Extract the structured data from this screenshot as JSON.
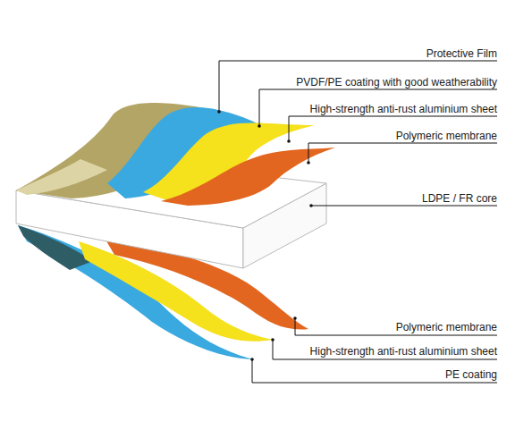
{
  "diagram": {
    "labels": [
      "Protective Film",
      "PVDF/PE coating with good weatherability",
      "High-strength anti-rust aluminium sheet",
      "Polymeric membrane",
      "LDPE / FR core",
      "Polymeric membrane",
      "High-strength anti-rust aluminium sheet",
      "PE coating"
    ]
  }
}
